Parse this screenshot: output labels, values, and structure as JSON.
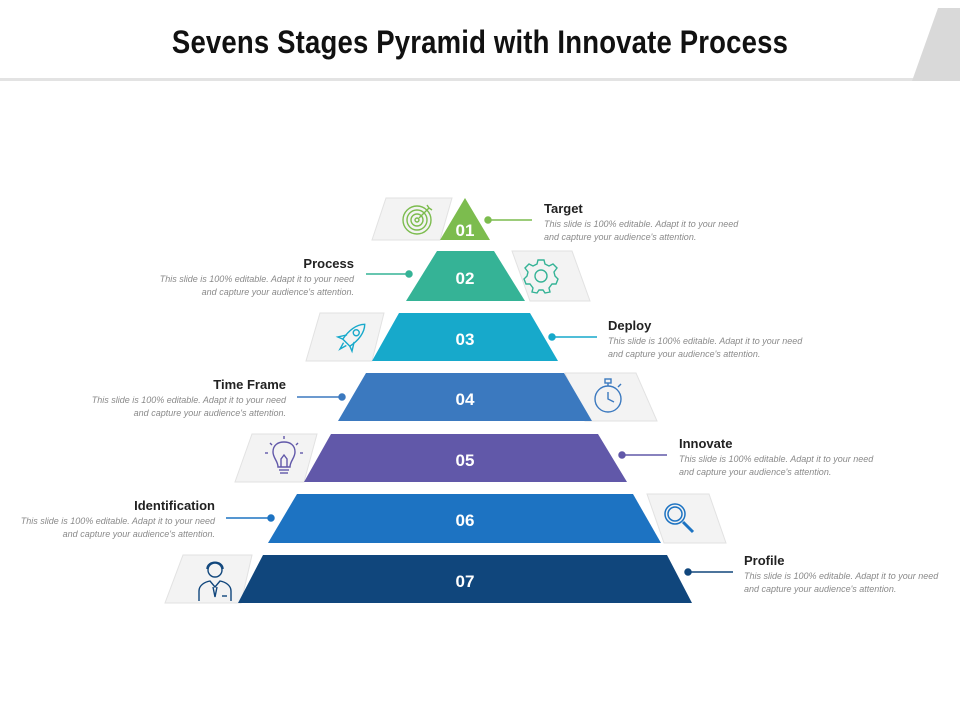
{
  "title": "Sevens Stages Pyramid with Innovate Process",
  "colors": {
    "stage1": "#7cbc4e",
    "stage2": "#35b396",
    "stage3": "#17a9cb",
    "stage4": "#3b79bf",
    "stage5": "#6158a9",
    "stage6": "#1d73c2",
    "stage7": "#10467c"
  },
  "stages": [
    {
      "number": "01",
      "heading": "Target",
      "text": "This slide is 100% editable. Adapt it to your need and capture your audience's attention.",
      "icon": "target-icon",
      "side": "right"
    },
    {
      "number": "02",
      "heading": "Process",
      "text": "This slide is 100% editable. Adapt it to your need and capture your audience's attention.",
      "icon": "gear-icon",
      "side": "left"
    },
    {
      "number": "03",
      "heading": "Deploy",
      "text": "This slide is 100% editable. Adapt it to your need and capture your audience's attention.",
      "icon": "rocket-icon",
      "side": "right"
    },
    {
      "number": "04",
      "heading": "Time Frame",
      "text": "This slide is 100% editable. Adapt it to your need and capture your audience's attention.",
      "icon": "stopwatch-icon",
      "side": "left"
    },
    {
      "number": "05",
      "heading": "Innovate",
      "text": "This slide is 100% editable. Adapt it to your need and capture your audience's attention.",
      "icon": "lightbulb-icon",
      "side": "right"
    },
    {
      "number": "06",
      "heading": "Identification",
      "text": "This slide is 100% editable. Adapt it to your need and capture your audience's attention.",
      "icon": "magnifier-icon",
      "side": "left"
    },
    {
      "number": "07",
      "heading": "Profile",
      "text": "This slide is 100% editable. Adapt it to your need and capture your audience's attention.",
      "icon": "person-icon",
      "side": "right"
    }
  ]
}
